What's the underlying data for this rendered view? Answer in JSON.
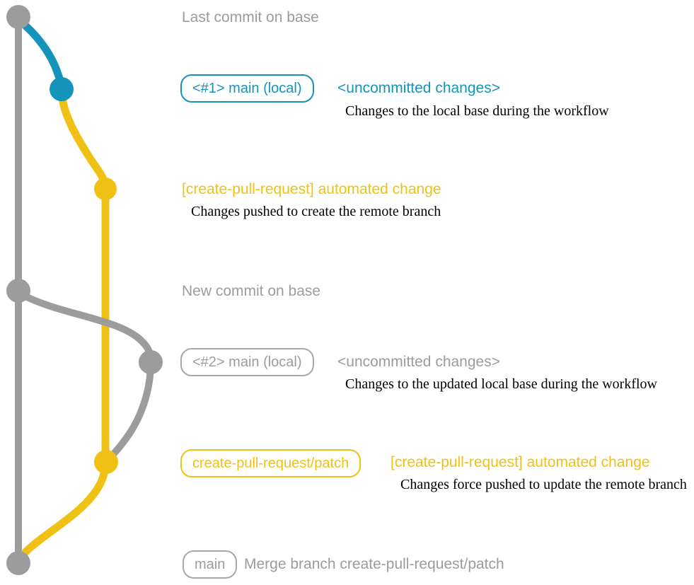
{
  "colors": {
    "gray": "#9c9c9c",
    "teal": "#1494bb",
    "yellow": "#f0c115",
    "black": "#000000",
    "background": "#ffffff"
  },
  "graph": {
    "description": "git commit graph for create-pull-request workflow",
    "branches": [
      {
        "name": "base",
        "color_key": "gray"
      },
      {
        "name": "main-local",
        "color_key": "teal"
      },
      {
        "name": "create-pull-request/patch",
        "color_key": "yellow"
      }
    ],
    "commits": [
      {
        "id": "last-commit-on-base",
        "color_key": "gray"
      },
      {
        "id": "uncommitted-changes-1",
        "color_key": "teal"
      },
      {
        "id": "automated-change-push-1",
        "color_key": "yellow"
      },
      {
        "id": "new-commit-on-base",
        "color_key": "gray"
      },
      {
        "id": "uncommitted-changes-2",
        "color_key": "gray"
      },
      {
        "id": "automated-change-push-2",
        "color_key": "yellow"
      },
      {
        "id": "merge-commit",
        "color_key": "gray"
      }
    ]
  },
  "annotations": {
    "last_commit": {
      "label": "Last commit on base"
    },
    "workflow1": {
      "branch_tag": "<#1> main (local)",
      "status": "<uncommitted changes>",
      "description": "Changes to the local base during the workflow"
    },
    "push1": {
      "commit_message": "[create-pull-request] automated change",
      "description": "Changes pushed to create the remote branch"
    },
    "new_commit": {
      "label": "New commit on base"
    },
    "workflow2": {
      "branch_tag": "<#2> main (local)",
      "status": "<uncommitted changes>",
      "description": "Changes to the updated local base during the workflow"
    },
    "push2": {
      "branch_tag": "create-pull-request/patch",
      "commit_message": "[create-pull-request] automated change",
      "description": "Changes force pushed to update the remote branch"
    },
    "merge": {
      "branch_tag": "main",
      "message": "Merge branch create-pull-request/patch"
    }
  }
}
